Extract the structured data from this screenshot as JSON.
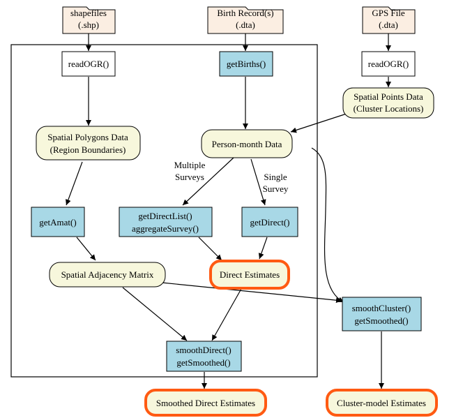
{
  "colors": {
    "file_fill": "#fbeee2",
    "data_fill": "#f7f7dc",
    "function_fill": "#a8d8e6",
    "code_fill": "#ffffff",
    "output_border": "#ff5a12",
    "line": "#000000"
  },
  "nodes": {
    "shapefiles": {
      "line1": "shapefiles",
      "line2": "(.shp)"
    },
    "birth_records": {
      "line1": "Birth Record(s)",
      "line2": "(.dta)"
    },
    "gps_file": {
      "line1": "GPS File",
      "line2": "(.dta)"
    },
    "read_ogr_left": {
      "label": "readOGR()"
    },
    "read_ogr_right": {
      "label": "readOGR()"
    },
    "get_births": {
      "label": "getBirths()"
    },
    "spatial_points": {
      "line1": "Spatial Points Data",
      "line2": "(Cluster Locations)"
    },
    "spatial_polygons": {
      "line1": "Spatial Polygons Data",
      "line2": "(Region Boundaries)"
    },
    "person_month": {
      "label": "Person-month Data"
    },
    "get_amat": {
      "label": "getAmat()"
    },
    "get_direct_list": {
      "line1": "getDirectList()",
      "line2": "aggregateSurvey()"
    },
    "get_direct": {
      "label": "getDirect()"
    },
    "adjacency": {
      "label": "Spatial Adjacency Matrix"
    },
    "direct_estimates": {
      "label": "Direct Estimates"
    },
    "smooth_cluster": {
      "line1": "smoothCluster()",
      "line2": "getSmoothed()"
    },
    "smooth_direct": {
      "line1": "smoothDirect()",
      "line2": "getSmoothed()"
    },
    "smoothed_direct_estimates": {
      "label": "Smoothed Direct Estimates"
    },
    "cluster_model_estimates": {
      "label": "Cluster-model Estimates"
    }
  },
  "edge_labels": {
    "multiple_surveys": {
      "line1": "Multiple",
      "line2": "Surveys"
    },
    "single_survey": {
      "line1": "Single",
      "line2": "Survey"
    }
  }
}
